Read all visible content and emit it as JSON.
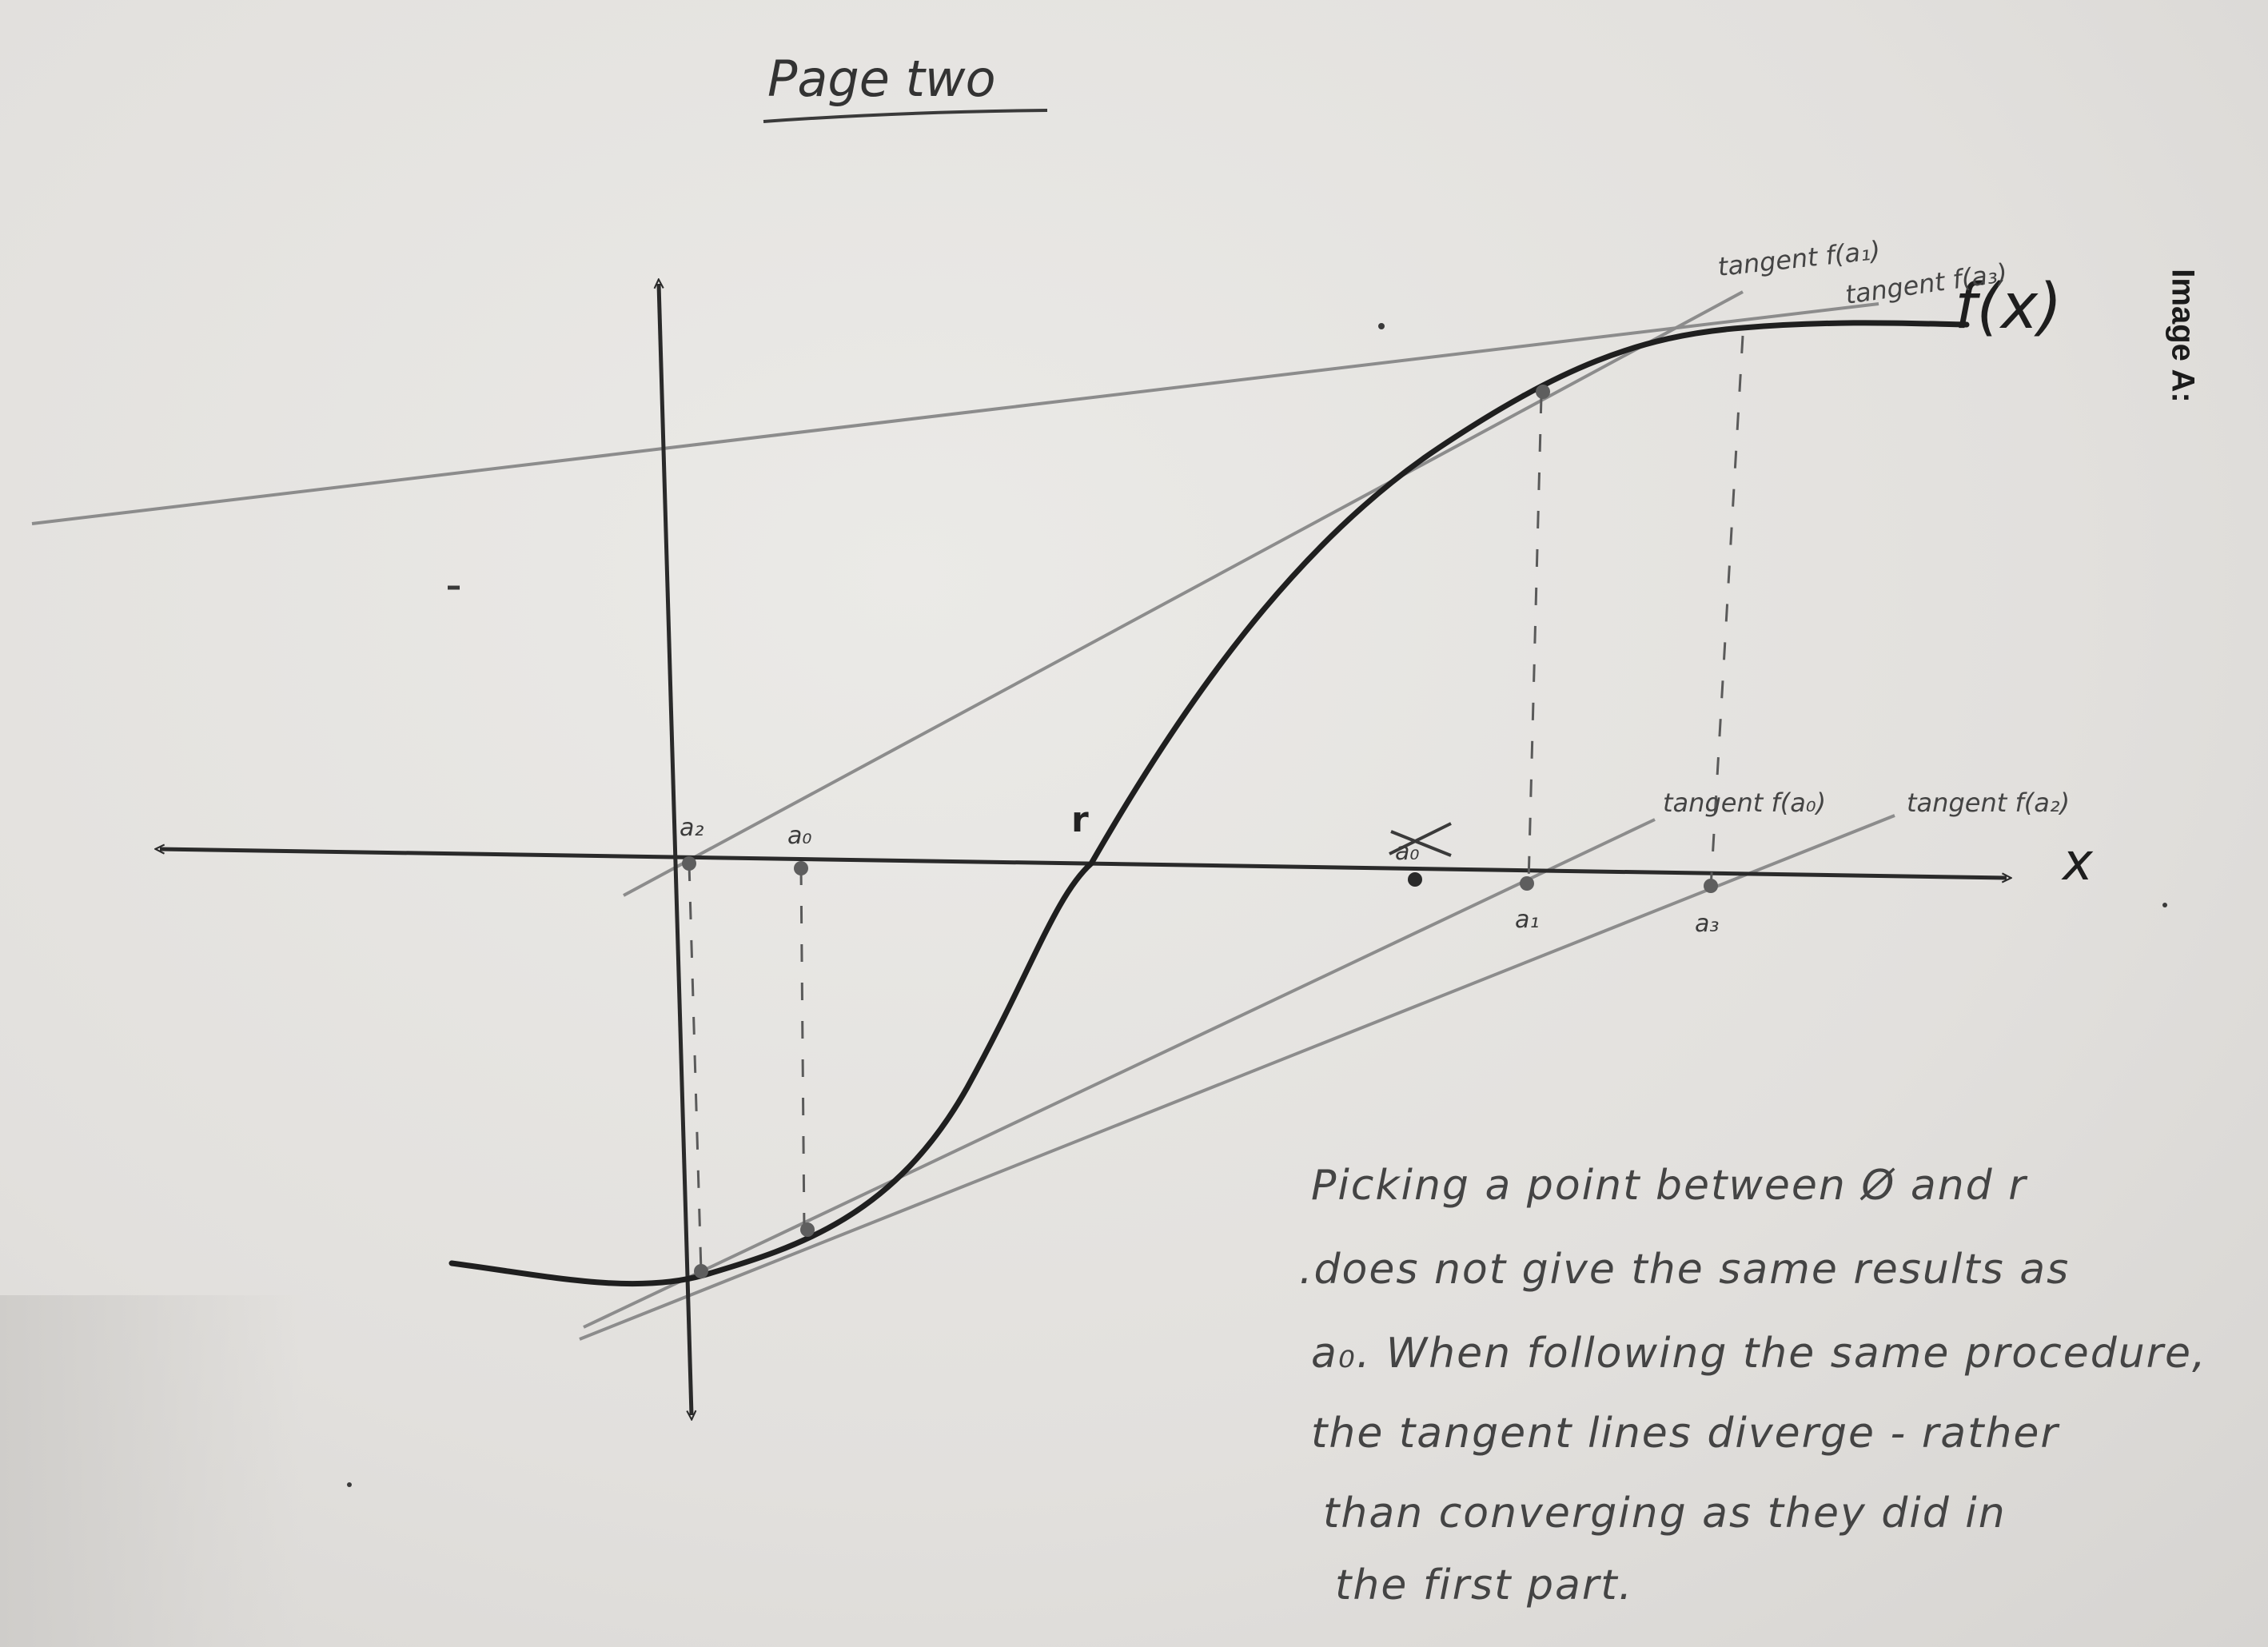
{
  "title": "Page two",
  "side_label": "Image A:",
  "function_label": "f(x)",
  "axis_label_x": "x",
  "root_label": "r",
  "x_axis_points": [
    "a₂",
    "a₀",
    "a₀",
    "a₁",
    "a₃"
  ],
  "tangent_labels": {
    "a1": "tangent f(a₁)",
    "a3": "tangent f(a₃)",
    "a0": "tangent f(a₀)",
    "a2": "tangent f(a₂)"
  },
  "note_lines": [
    "Picking a point between Ø and r",
    ".does not give the same results as",
    "a₀. When following the same procedure,",
    "the tangent lines diverge - rather",
    "than converging as they did in",
    "the first part."
  ],
  "colors": {
    "curve": "#1f1f1f",
    "axes": "#2a2a2a",
    "tangent": "#8c8c8c",
    "paper": "#e4e2df"
  }
}
